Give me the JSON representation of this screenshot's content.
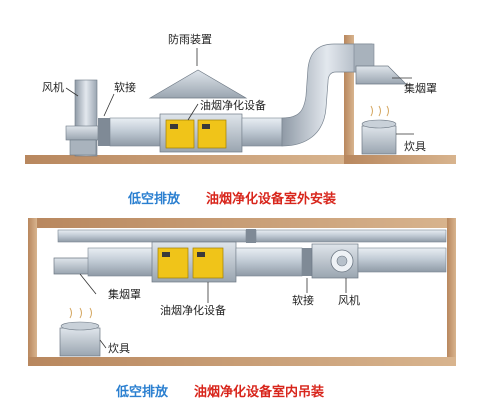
{
  "top": {
    "labels": {
      "rain_cover": "防雨装置",
      "fan": "风机",
      "soft_joint": "软接",
      "purifier": "油烟净化设备",
      "hood": "集烟罩",
      "stove": "炊具"
    },
    "caption": {
      "blue": "低空排放",
      "red": "油烟净化设备室外安装"
    }
  },
  "bottom": {
    "labels": {
      "hood": "集烟罩",
      "purifier": "油烟净化设备",
      "soft_joint": "软接",
      "fan": "风机",
      "stove": "炊具"
    },
    "caption": {
      "blue": "低空排放",
      "red": "油烟净化设备室内吊装"
    }
  },
  "colors": {
    "duct": "#b9c3cf",
    "purifier_panel": "#f0c419",
    "wall": "#c9a17a",
    "caption_blue": "#2a7fd0",
    "caption_red": "#d8261c"
  }
}
